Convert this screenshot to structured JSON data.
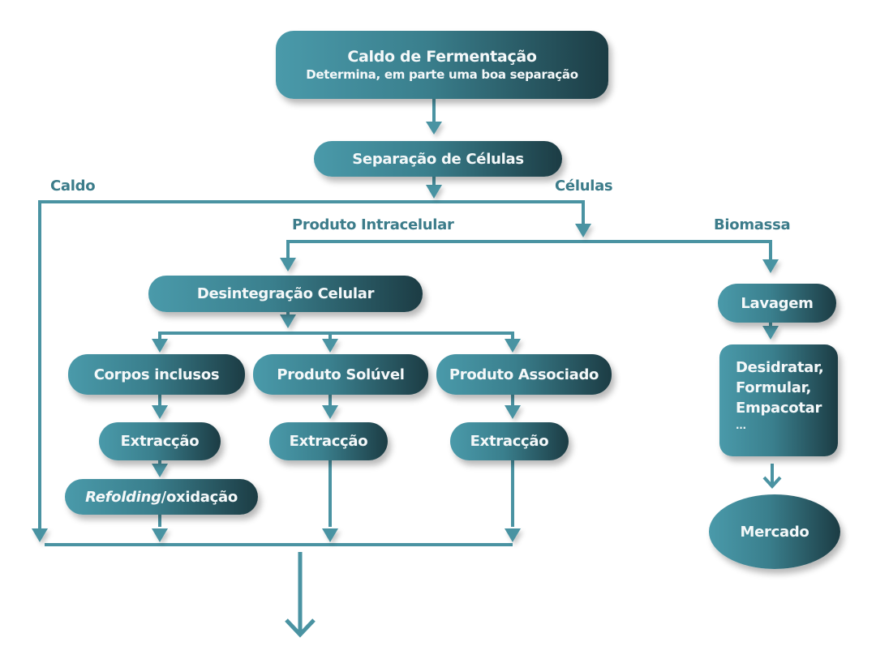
{
  "diagram": {
    "accent_color": "#3f8796",
    "dark_color": "#1c3c44",
    "nodes": {
      "caldo_fermentacao": {
        "title": "Caldo de Fermentação",
        "subtitle": "Determina, em parte uma boa separação"
      },
      "separacao_celulas": "Separação de Células",
      "desintegracao_celular": "Desintegração Celular",
      "corpos_inclusos": "Corpos inclusos",
      "produto_soluvel": "Produto Solúvel",
      "produto_associado": "Produto Associado",
      "extraccao_1": "Extracção",
      "extraccao_2": "Extracção",
      "extraccao_3": "Extracção",
      "refolding": {
        "italic": "Refolding",
        "rest": "/oxidação"
      },
      "lavagem": "Lavagem",
      "desidratar": [
        "Desidratar,",
        "Formular,",
        "Empacotar",
        "..."
      ],
      "mercado": "Mercado"
    },
    "edge_labels": {
      "caldo": "Caldo",
      "celulas": "Células",
      "produto_intracelular": "Produto Intracelular",
      "biomassa": "Biomassa"
    }
  }
}
